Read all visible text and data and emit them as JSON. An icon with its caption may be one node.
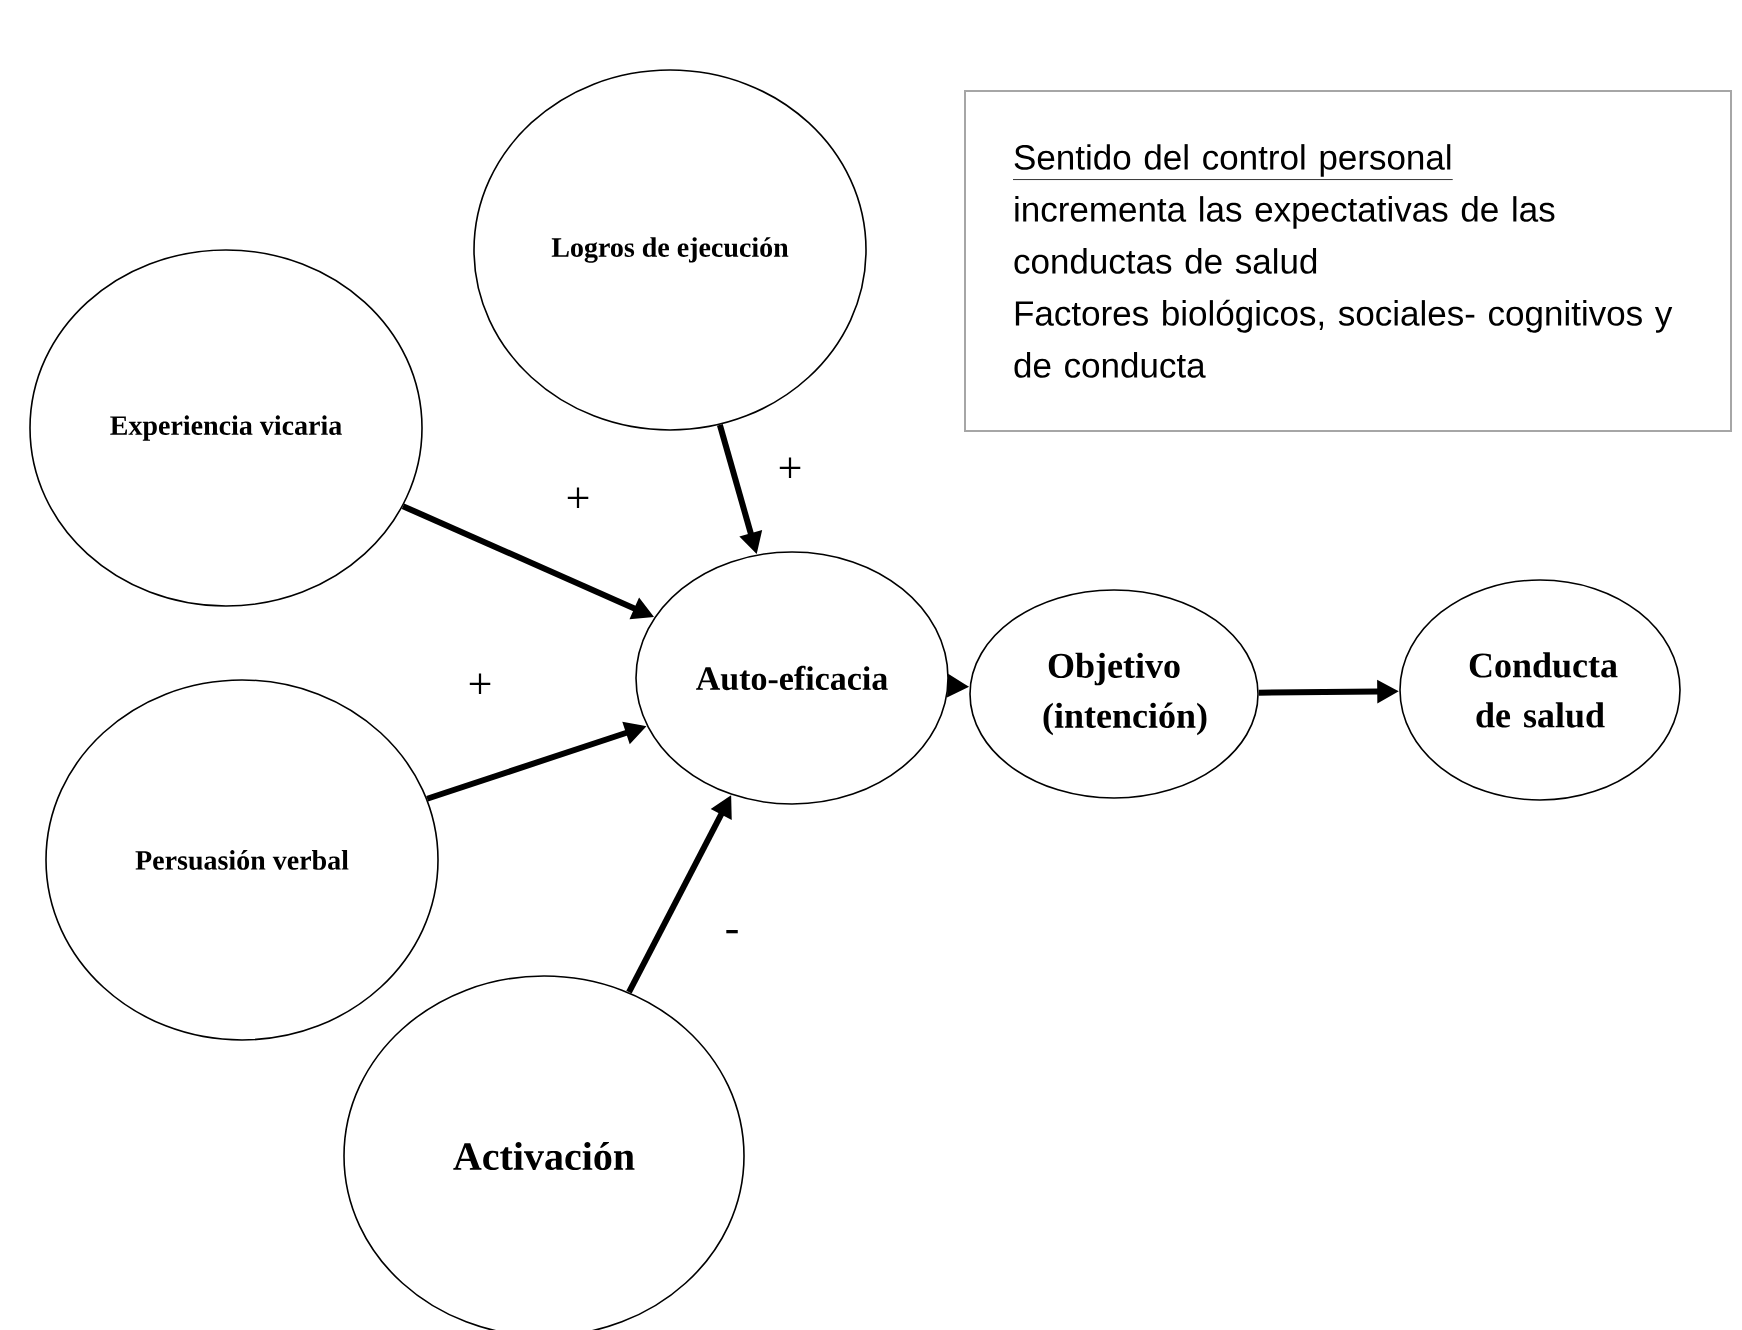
{
  "diagram": {
    "nodes": [
      {
        "text": [
          "Sentido del control personal",
          "incrementa las expectativas de las conductas de salud",
          "Factores biológicos, sociales- cognitivos y de conducta"
        ]
      },
      {
        "text": [
          "Logros de ejecución"
        ]
      },
      {
        "text": [
          "Experiencia vicaria"
        ]
      },
      {
        "text": [
          "Auto-eficacia"
        ]
      },
      {
        "text": [
          "Objetivo (intención)"
        ]
      },
      {
        "text": [
          "Conducta de salud"
        ]
      },
      {
        "text": [
          "Persuasión verbal"
        ]
      },
      {
        "text": [
          "Activación"
        ]
      }
    ],
    "edges": [
      {
        "from": 1,
        "to": 3,
        "arrow": "to",
        "label": "+"
      },
      {
        "from": 2,
        "to": 3,
        "arrow": "to",
        "label": "+"
      },
      {
        "from": 6,
        "to": 3,
        "arrow": "to",
        "label": "+"
      },
      {
        "from": 7,
        "to": 3,
        "arrow": "to",
        "label": "-"
      },
      {
        "from": 3,
        "to": 4,
        "arrow": "to"
      },
      {
        "from": 4,
        "to": 5,
        "arrow": "to"
      }
    ]
  }
}
